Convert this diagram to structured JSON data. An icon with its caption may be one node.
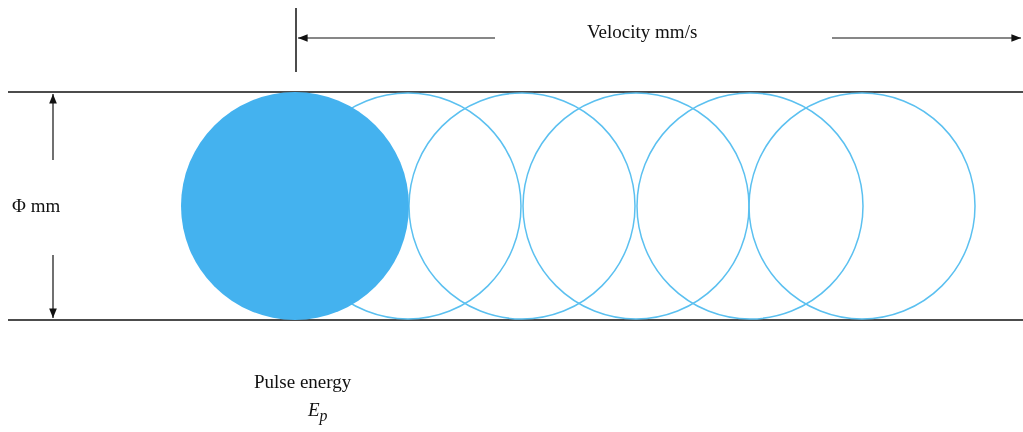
{
  "diagram": {
    "labels": [
      "Velocity mm/s",
      "Φ mm",
      "Pulse energy",
      "E$_{p}$"
    ]
  }
}
